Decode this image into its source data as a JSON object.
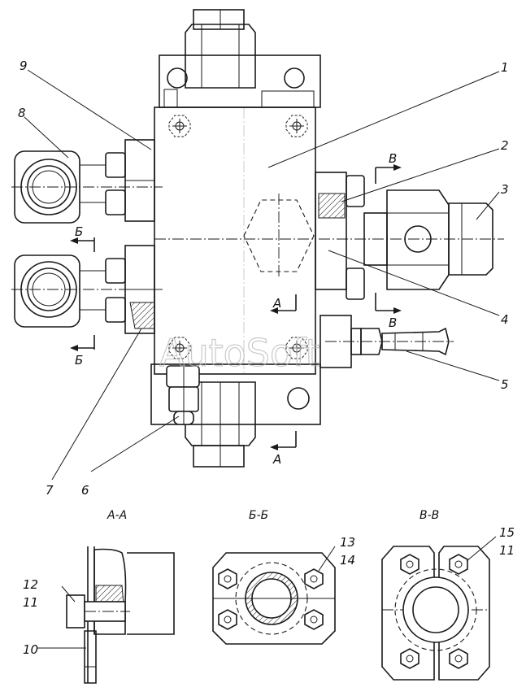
{
  "callouts": [
    {
      "id": "c1",
      "text": "1"
    },
    {
      "id": "c2",
      "text": "2"
    },
    {
      "id": "c3",
      "text": "3"
    },
    {
      "id": "c4",
      "text": "4"
    },
    {
      "id": "c5",
      "text": "5"
    },
    {
      "id": "c6",
      "text": "6"
    },
    {
      "id": "c7",
      "text": "7"
    },
    {
      "id": "c8",
      "text": "8"
    },
    {
      "id": "c9",
      "text": "9"
    }
  ],
  "cutting_planes": {
    "a": "А",
    "b": "Б",
    "v": "В"
  },
  "sections": [
    {
      "title": "А-А",
      "labels": [
        "12",
        "11",
        "10"
      ]
    },
    {
      "title": "Б-Б",
      "labels": [
        "13",
        "14"
      ]
    },
    {
      "title": "В-В",
      "labels": [
        "15",
        "11"
      ]
    }
  ],
  "watermark": "AutoSoft"
}
